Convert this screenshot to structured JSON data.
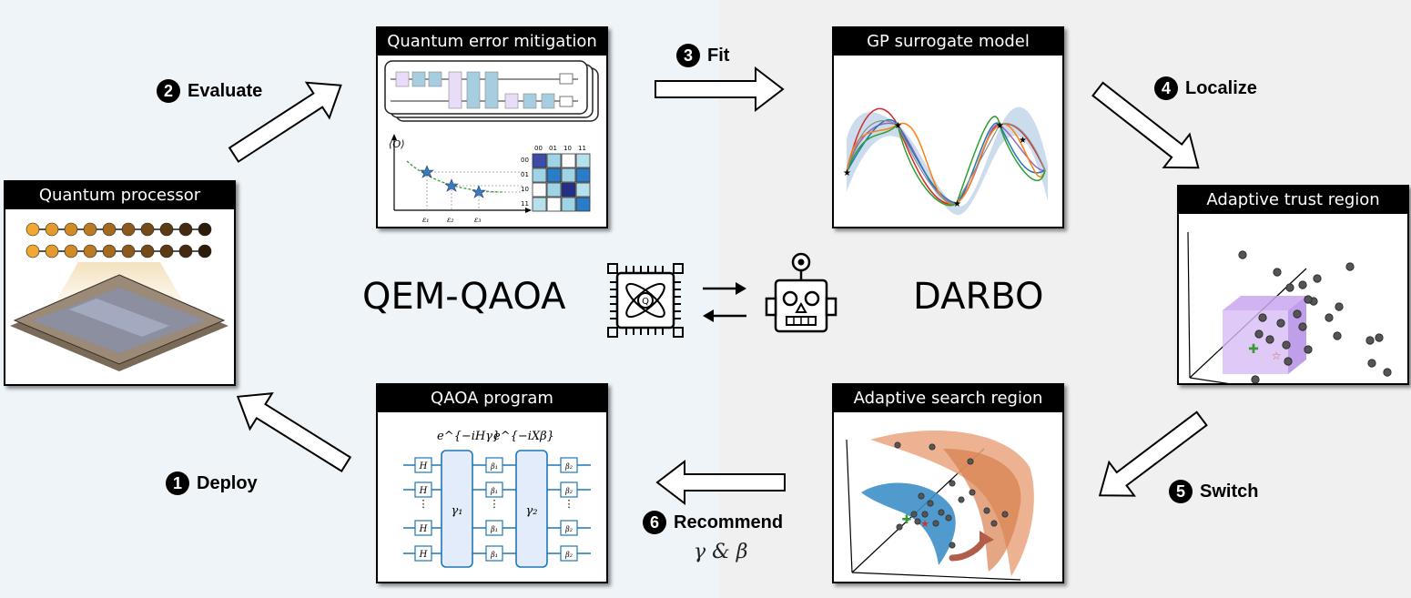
{
  "colors": {
    "left_bg": "#eef4f8",
    "right_bg": "#f0f0f0",
    "accent_blue": "#1f77b4",
    "trust_region": "#c9a6f0",
    "search_orange": "#e9a57e",
    "search_blue": "#3d8fc9"
  },
  "panels": {
    "quantum_processor": {
      "title": "Quantum processor"
    },
    "qem": {
      "title": "Quantum error mitigation",
      "expectation_label": "⟨O⟩",
      "eps_labels": [
        "ε₁",
        "ε₂",
        "ε₃"
      ],
      "bit_labels": [
        "00",
        "01",
        "10",
        "11"
      ]
    },
    "gp": {
      "title": "GP surrogate model"
    },
    "trust": {
      "title": "Adaptive trust region"
    },
    "search": {
      "title": "Adaptive search region"
    },
    "qaoa": {
      "title": "QAOA program",
      "cost_op": "e^{−iHγ}",
      "mixer_op": "e^{−iXβ}",
      "h_gate": "H",
      "gamma1": "γ₁",
      "gamma2": "γ₂",
      "beta1": "β₁",
      "beta2": "β₂",
      "dots": "⋮"
    }
  },
  "steps": [
    {
      "num": "1",
      "label": "Deploy"
    },
    {
      "num": "2",
      "label": "Evaluate"
    },
    {
      "num": "3",
      "label": "Fit"
    },
    {
      "num": "4",
      "label": "Localize"
    },
    {
      "num": "5",
      "label": "Switch"
    },
    {
      "num": "6",
      "label": "Recommend"
    }
  ],
  "recommend_params": "γ & β",
  "center": {
    "left_label": "QEM-QAOA",
    "right_label": "DARBO",
    "chip_glyph": "Q"
  },
  "icons": [
    "quantum-chip-icon",
    "robot-icon",
    "exchange-arrows-icon"
  ]
}
